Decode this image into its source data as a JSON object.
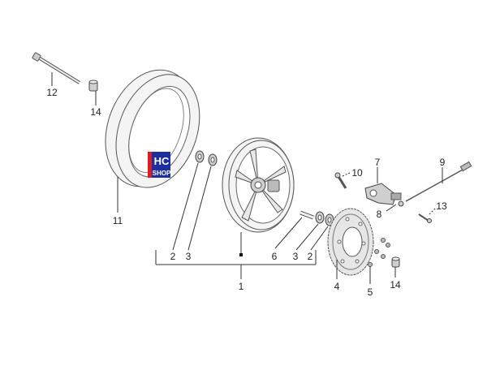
{
  "callouts": {
    "n12": "12",
    "n14a": "14",
    "n11": "11",
    "n2a": "2",
    "n3a": "3",
    "n1": "1",
    "n6": "6",
    "n3b": "3",
    "n2b": "2",
    "n10": "10",
    "n7": "7",
    "n8": "8",
    "n9": "9",
    "n13": "13",
    "n4": "4",
    "n5": "5",
    "n14b": "14"
  },
  "logo": {
    "line1": "HC",
    "line2": "SHOP"
  },
  "colors": {
    "logo_bg": "#1d2fa0",
    "logo_red": "#e01b22",
    "line": "#333333"
  }
}
